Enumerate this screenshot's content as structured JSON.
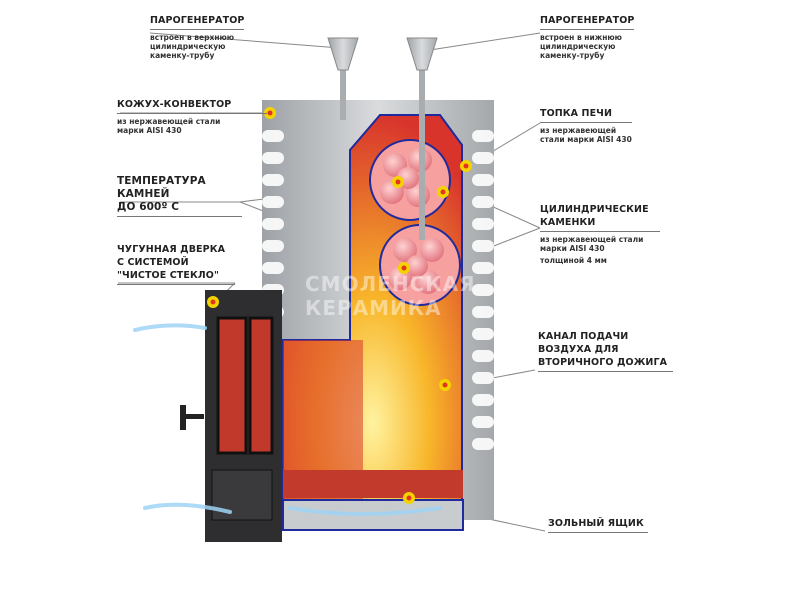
{
  "labels": {
    "steam_upper": {
      "title": "ПАРОГЕНЕРАТОР",
      "desc": [
        "встроен в верхнюю",
        "цилиндрическую",
        "каменку-трубу"
      ]
    },
    "casing": {
      "title": "КОЖУХ-КОНВЕКТОР",
      "desc": [
        "из нержавеющей стали",
        "марки AISI 430"
      ]
    },
    "stone_temp": {
      "title": [
        "ТЕМПЕРАТУРА КАМНЕЙ",
        "ДО 600º С"
      ]
    },
    "door": {
      "title": [
        "ЧУГУННАЯ ДВЕРКА",
        "С СИСТЕМОЙ",
        "\"ЧИСТОЕ СТЕКЛО\""
      ]
    },
    "steam_lower": {
      "title": "ПАРОГЕНЕРАТОР",
      "desc": [
        "встроен в нижнюю",
        "цилиндрическую",
        "каменку-трубу"
      ]
    },
    "firebox": {
      "title": "ТОПКА ПЕЧИ",
      "desc": [
        "из нержавеющей",
        "стали марки AISI 430"
      ]
    },
    "heaters": {
      "title": [
        "ЦИЛИНДРИЧЕСКИЕ",
        "КАМЕНКИ"
      ],
      "desc": [
        "из нержавеющей стали",
        "марки AISI 430",
        "толщиной 4 мм"
      ]
    },
    "air_channel": {
      "title": [
        "КАНАЛ ПОДАЧИ",
        "ВОЗДУХА ДЛЯ",
        "ВТОРИЧНОГО ДОЖИГА"
      ]
    },
    "ash_box": {
      "title": "ЗОЛЬНЫЙ ЯЩИК"
    }
  },
  "watermark": [
    "СМОЛЕНСКАЯ",
    "КЕРАМИКА"
  ],
  "colors": {
    "steel": "#b9bcbf",
    "fire": "#f39a1e",
    "firebox": "#d8342c",
    "outline": "#1f2a9c",
    "marker": "#f4d400"
  }
}
